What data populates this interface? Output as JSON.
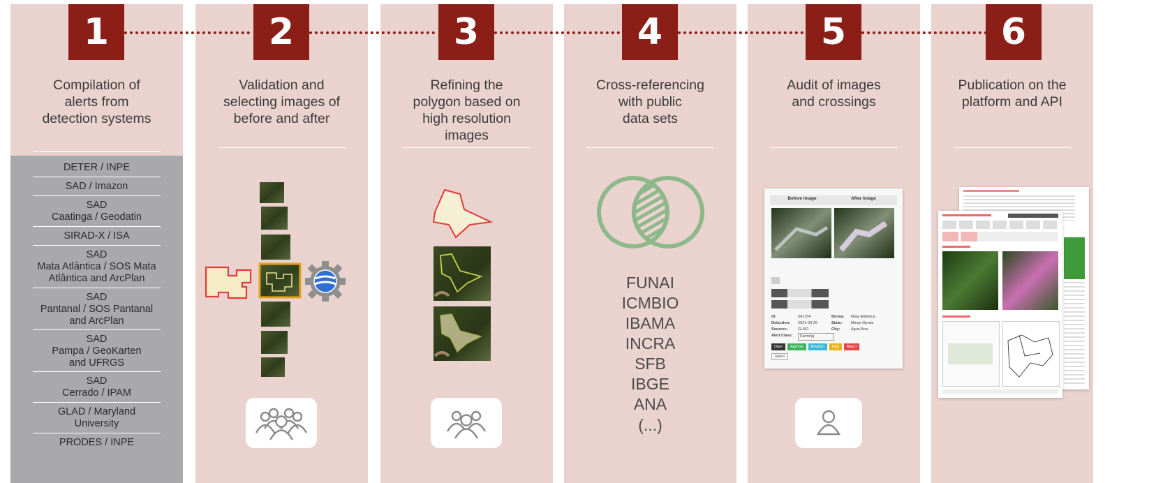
{
  "steps": [
    {
      "number": "1",
      "title": "Compilation of\nalerts from\ndetection systems"
    },
    {
      "number": "2",
      "title": "Validation and\nselecting images of\nbefore and after"
    },
    {
      "number": "3",
      "title": "Refining the\npolygon based on\nhigh resolution\nimages"
    },
    {
      "number": "4",
      "title": "Cross-referencing\nwith public\ndata sets"
    },
    {
      "number": "5",
      "title": "Audit of images\nand crossings"
    },
    {
      "number": "6",
      "title": "Publication on the\nplatform and API"
    }
  ],
  "sources": [
    "DETER / INPE",
    "SAD / Imazon",
    "SAD\nCaatinga / Geodatin",
    "SIRAD-X / ISA",
    "SAD\nMata Atlântica / SOS Mata\nAtlântica and ArcPlan",
    "SAD\nPantanal / SOS Pantanal\nand ArcPlan",
    "SAD\nPampa / GeoKarten\nand UFRGS",
    "SAD\nCerrado / IPAM",
    "GLAD / Maryland\nUniversity",
    "PRODES / INPE"
  ],
  "agencies": [
    "FUNAI",
    "ICMBIO",
    "IBAMA",
    "INCRA",
    "SFB",
    "IBGE",
    "ANA",
    "(...)"
  ],
  "audit": {
    "before_label": "Before Image",
    "after_label": "After Image",
    "fields": [
      {
        "k": "ID:",
        "v": "641704",
        "k2": "Bioma:",
        "v2": "Mata Atlântica"
      },
      {
        "k": "Detection:",
        "v": "2021-03-25",
        "k2": "State:",
        "v2": "Minas Gerais"
      },
      {
        "k": "Sources:",
        "v": "GLAD",
        "k2": "City:",
        "v2": "Água Boa"
      },
      {
        "k": "Alert Class:",
        "v": "Farming",
        "k2": "",
        "v2": ""
      }
    ],
    "buttons": [
      "Open",
      "Approve",
      "Revision",
      "Flag",
      "Reject",
      "Select"
    ]
  },
  "icons": {
    "group_large": "people-group-icon",
    "group_small": "people-icon",
    "person": "person-icon",
    "gear": "google-earth-gear-icon"
  },
  "colors": {
    "step_badge": "#8b1f17",
    "column_bg": "#ead3cf",
    "sources_bg": "#a9a9ab",
    "venn": "#8db88a",
    "polygon": "#e23a3a"
  }
}
